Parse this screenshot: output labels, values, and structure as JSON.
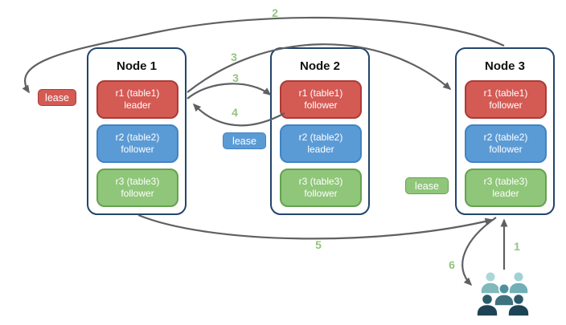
{
  "nodes": [
    {
      "title": "Node 1",
      "replicas": [
        {
          "name": "r1 (table1)",
          "role": "leader",
          "color": "red"
        },
        {
          "name": "r2 (table2)",
          "role": "follower",
          "color": "blue"
        },
        {
          "name": "r3 (table3)",
          "role": "follower",
          "color": "green"
        }
      ]
    },
    {
      "title": "Node 2",
      "replicas": [
        {
          "name": "r1 (table1)",
          "role": "follower",
          "color": "red"
        },
        {
          "name": "r2 (table2)",
          "role": "leader",
          "color": "blue"
        },
        {
          "name": "r3 (table3)",
          "role": "follower",
          "color": "green"
        }
      ]
    },
    {
      "title": "Node 3",
      "replicas": [
        {
          "name": "r1 (table1)",
          "role": "follower",
          "color": "red"
        },
        {
          "name": "r2 (table2)",
          "role": "follower",
          "color": "blue"
        },
        {
          "name": "r3 (table3)",
          "role": "leader",
          "color": "green"
        }
      ]
    }
  ],
  "leases": [
    {
      "label": "lease",
      "color": "red"
    },
    {
      "label": "lease",
      "color": "blue"
    },
    {
      "label": "lease",
      "color": "green"
    }
  ],
  "step_labels": {
    "s1": "1",
    "s2": "2",
    "s3a": "3",
    "s3b": "3",
    "s4": "4",
    "s5": "5",
    "s6": "6"
  },
  "icons": {
    "clients": "users-group-icon"
  },
  "colors": {
    "red": "#d45a54",
    "red_border": "#ac3b36",
    "blue": "#5b9bd5",
    "blue_border": "#4183c4",
    "green": "#8fc679",
    "green_border": "#65a24f",
    "label_green": "#93c47d",
    "arrow": "#5e6063",
    "node_border": "#22456b",
    "user_light_head": "#abd7d9",
    "user_light_body": "#7fb9bc",
    "user_light2_head": "#9fd2d6",
    "user_light2_body": "#70afb7",
    "user_mid_head": "#4e919c",
    "user_mid_body": "#40717f",
    "user_dark_head": "#2b5b6b",
    "user_dark_body": "#1d4355"
  }
}
